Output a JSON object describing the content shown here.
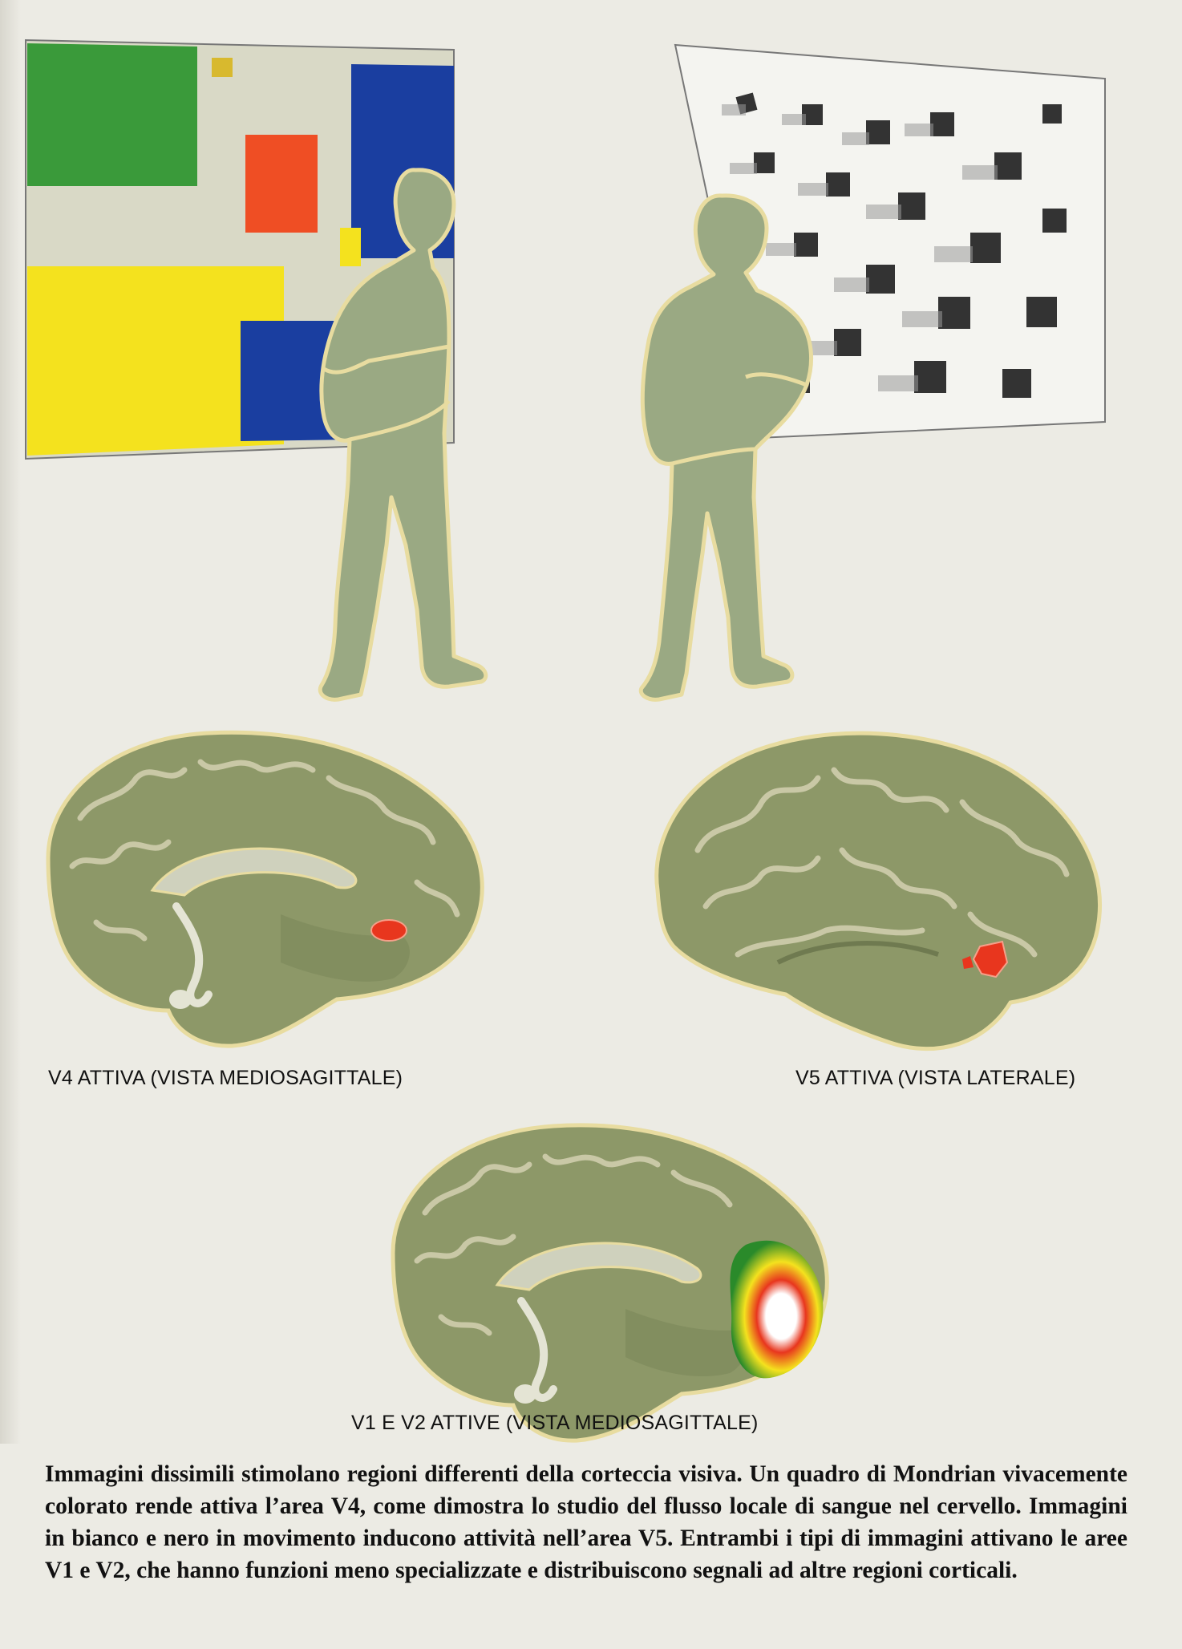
{
  "labels": {
    "v4": "V4 ATTIVA (VISTA MEDIOSAGITTALE)",
    "v5": "V5 ATTIVA (VISTA LATERALE)",
    "v1v2": "V1 E V2 ATTIVE (VISTA MEDIOSAGITTALE)"
  },
  "caption": "Immagini dissimili stimolano regioni differenti della corteccia visiva. Un quadro di Mondrian vivacemente colorato rende attiva l’area V4, come dimostra lo studio del flusso locale di sangue nel cervello. Immagini in bianco e nero in movimento inducono attività nell’area V5. Entrambi i tipi di immagini attivano le aree V1 e V2, che hanno funzioni meno specializzate e distribuiscono segnali ad altre regioni corticali.",
  "colors": {
    "figure_green": "#9aa983",
    "figure_outline": "#e8dca0",
    "brain_green": "#8d9868",
    "activation_red": "#e8361e",
    "mondrian_red": "#ef4e24",
    "mondrian_blue": "#1a3ea0",
    "mondrian_yellow": "#f4e21e",
    "mondrian_green": "#3a9a3a"
  }
}
